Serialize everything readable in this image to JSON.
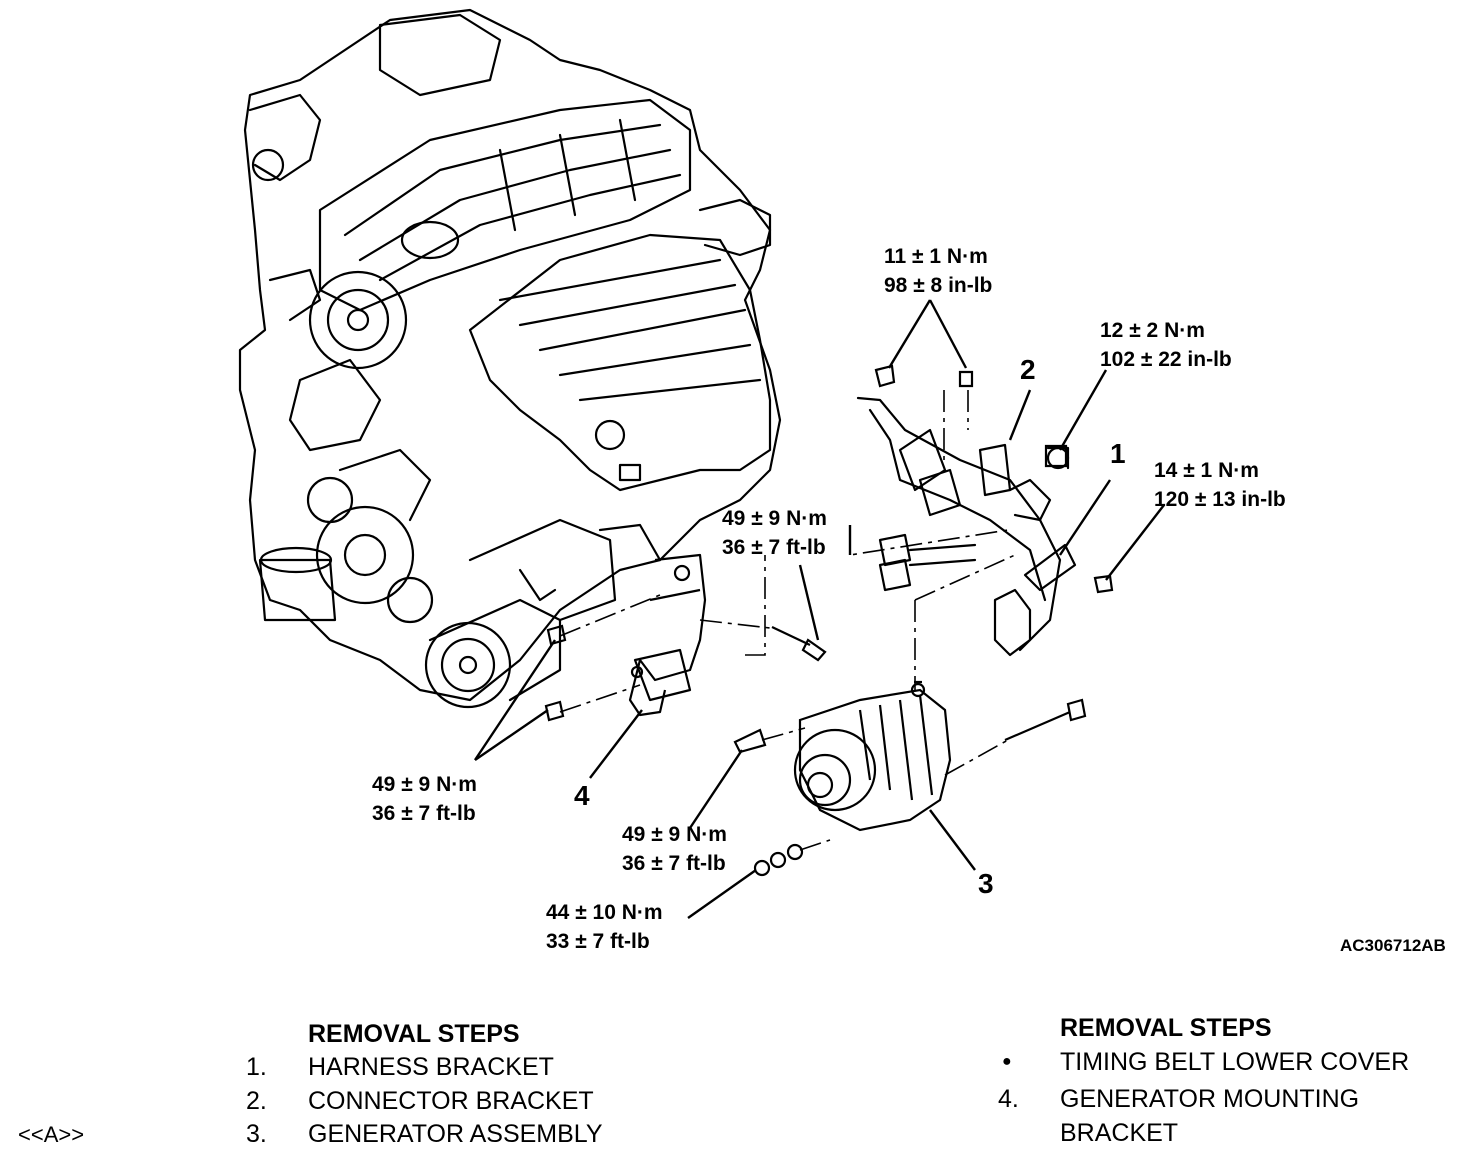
{
  "torque_labels": {
    "t1": {
      "nm": "11 ± 1 N·m",
      "imp": "98 ± 8 in-lb"
    },
    "t2": {
      "nm": "12 ± 2 N·m",
      "imp": "102 ± 22 in-lb"
    },
    "t3": {
      "nm": "14 ± 1 N·m",
      "imp": "120 ± 13 in-lb"
    },
    "t4": {
      "nm": "49 ± 9 N·m",
      "imp": "36 ± 7 ft-lb"
    },
    "t5": {
      "nm": "49 ± 9 N·m",
      "imp": "36 ± 7 ft-lb"
    },
    "t6": {
      "nm": "49 ± 9 N·m",
      "imp": "36 ± 7 ft-lb"
    },
    "t7": {
      "nm": "44 ± 10 N·m",
      "imp": "33 ± 7 ft-lb"
    }
  },
  "callouts": {
    "c1": "1",
    "c2": "2",
    "c3": "3",
    "c4": "4"
  },
  "figure_code": "AC306712AB",
  "left_steps": {
    "heading": "REMOVAL STEPS",
    "items": [
      {
        "no": "1.",
        "text": "HARNESS BRACKET"
      },
      {
        "no": "2.",
        "text": "CONNECTOR BRACKET"
      },
      {
        "no": "3.",
        "text": "GENERATOR ASSEMBLY"
      }
    ],
    "marker": "<<A>>"
  },
  "right_steps": {
    "heading": "REMOVAL STEPS",
    "items": [
      {
        "no": "●",
        "text": "TIMING BELT LOWER COVER"
      },
      {
        "no": "4.",
        "text": "GENERATOR MOUNTING"
      },
      {
        "no": "",
        "text": "BRACKET"
      }
    ]
  }
}
